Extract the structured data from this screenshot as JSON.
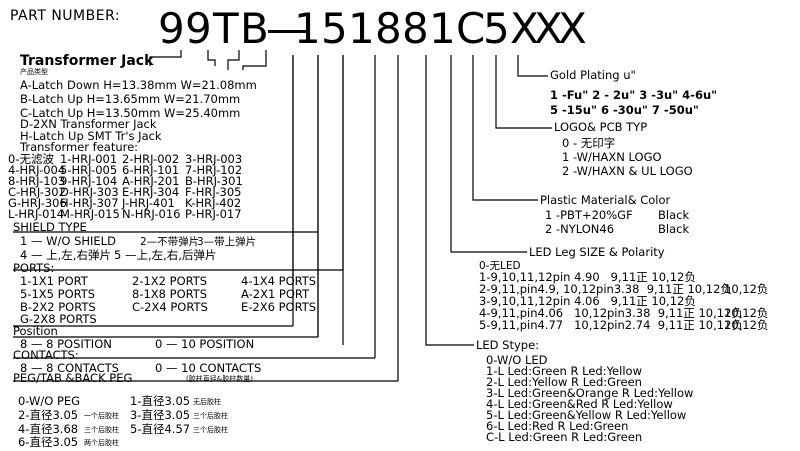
{
  "header": {
    "label": "PART NUMBER:",
    "chars": [
      "9",
      "9",
      "T",
      "B",
      "—",
      "1",
      "5",
      "1",
      "8",
      "8",
      "1",
      "C",
      "5",
      "X",
      "X",
      "X"
    ]
  },
  "left": {
    "transformer_jack": {
      "title": "Transformer Jack",
      "subtitle": "产品类型",
      "lines": [
        "A-Latch Down H=13.38mm W=21.08mm",
        "B-Latch Up H=13.65mm W=21.70mm",
        "C-Latch Up H=13.50mm W=25.40mm",
        "D-2XN Transformer Jack",
        "H-Latch Up SMT Tr's Jack"
      ]
    },
    "transformer_feature": {
      "title": "Transformer feature:",
      "rows": [
        [
          "0-无滤波",
          "1-HRJ-001",
          "2-HRJ-002",
          "3-HRJ-003"
        ],
        [
          "4-HRJ-004",
          "5-HRJ-005",
          "6-HRJ-101",
          "7-HRJ-102"
        ],
        [
          "8-HRJ-103",
          "9-HRJ-104",
          "A-HRJ-201",
          "B-HRJ-301"
        ],
        [
          "C-HRJ-302",
          "D-HRJ-303",
          "E-HRJ-304",
          "F-HRJ-305"
        ],
        [
          "G-HRJ-306",
          "H-HRJ-307",
          "J-HRJ-401",
          "K-HRJ-402"
        ],
        [
          "L-HRJ-014",
          "M-HRJ-015",
          "N-HRJ-016",
          "P-HRJ-017"
        ]
      ]
    },
    "shield": {
      "title": "SHIELD TYPE",
      "line1": {
        "a": "1 — W/O SHIELD",
        "b": "2—不带弹片",
        "c": "3—带上弹片"
      },
      "line2": {
        "a": "4 — 上,左,右弹片",
        "b": "5 —上,左,右,后弹片"
      }
    },
    "ports": {
      "title": "PORTS:",
      "rows": [
        [
          "1-1X1 PORT",
          "2-1X2 PORTS",
          "4-1X4 PORTS"
        ],
        [
          "5-1X5 PORTS",
          "8-1X8 PORTS",
          "A-2X1 PORT"
        ],
        [
          "B-2X2 PORTS",
          "C-2X4 PORTS",
          "E-2X6 PORTS"
        ],
        [
          "G-2X8 PORTS",
          "",
          ""
        ]
      ]
    },
    "position": {
      "title": "Position",
      "a": "8 — 8 POSITION",
      "b": "0 — 10 POSITION"
    },
    "contacts": {
      "title": "CONTACTS:",
      "a": "8 — 8 CONTACTS",
      "b": "0 — 10 CONTACTS"
    },
    "peg": {
      "title": "PEG/TAB &BACK PEG",
      "title_note": "(胶柱直径&胶柱数量)",
      "items": [
        {
          "code": "0-W/O PEG",
          "note": ""
        },
        {
          "code": "1-直径3.05",
          "note": "无后胶柱"
        },
        {
          "code": "2-直径3.05",
          "note": "一个后胶柱"
        },
        {
          "code": "3-直径3.05",
          "note": "三个后胶柱"
        },
        {
          "code": "4-直径3.68",
          "note": "三个后胶柱"
        },
        {
          "code": "5-直径4.57",
          "note": "三个后胶柱"
        },
        {
          "code": "6-直径3.05",
          "note": "两个后胶柱"
        }
      ]
    }
  },
  "right": {
    "gold": {
      "title": "Gold Plating u\"",
      "line1": "1 -Fu\" 2 - 2u\" 3 -3u\" 4-6u\"",
      "line2": "5 -15u\" 6 -30u\" 7 -50u\""
    },
    "logo": {
      "title": "LOGO& PCB TYP",
      "lines": [
        "0 - 无印字",
        "1 -W/HAXN LOGO",
        "2 -W/HAXN & UL LOGO"
      ]
    },
    "plastic": {
      "title": "Plastic Material& Color",
      "lines": [
        {
          "code": "1 -PBT+20%GF",
          "color": "Black"
        },
        {
          "code": "2 -NYLON46",
          "color": "Black"
        }
      ]
    },
    "led_leg": {
      "title": "LED Leg SIZE & Polarity",
      "lines": [
        "0-无LED",
        "1-9,10,11,12pin 4.90   9,11正 10,12负",
        "2-9,11,pin4.9, 10,12pin3.38  9,11正 10,12负",
        "3-9,10,11,12pin 4.06   9,11正 10,12负",
        "4-9,11,pin4.06   10,12pin3.38  9,11正 10,12负",
        "5-9,11,pin4.77   10,12pin2.74  9,11正 10,12负"
      ],
      "extra_right": [
        "10,12负",
        "10,12负",
        "10,12负"
      ]
    },
    "led_type": {
      "title": "LED Stype:",
      "lines": [
        "0-W/O LED",
        "1-L Led:Green R Led:Yellow",
        "2-L Led:Yellow R Led:Green",
        "3-L Led:Green&Orange R Led:Yellow",
        "4-L Led:Green&Red R Led:Yellow",
        "5-L Led:Green&Yellow R Led:Yellow",
        "6-L Led:Red R Led:Green",
        "C-L Led:Green R Led:Green"
      ]
    }
  }
}
